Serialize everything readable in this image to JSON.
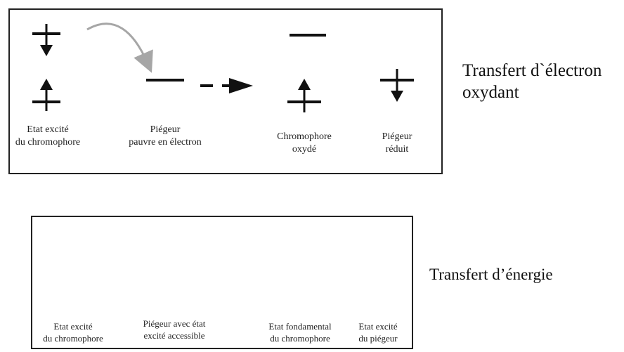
{
  "oxidative_transfer": {
    "title_line1": "Transfert d`électron",
    "title_line2": "oxydant",
    "labels": {
      "excited_chromophore": [
        "Etat excité",
        "du chromophore"
      ],
      "electron_poor_trap": [
        "Piégeur",
        "pauvre en électron"
      ],
      "oxidized_chromophore": [
        "Chromophore",
        "oxydé"
      ],
      "reduced_trap": [
        "Piégeur",
        "réduit"
      ]
    }
  },
  "energy_transfer": {
    "title": "Transfert d’énergie",
    "labels": {
      "excited_chromophore": [
        "Etat excité",
        "du chromophore"
      ],
      "trap_accessible_state": [
        "Piégeur avec état",
        "excité accessible"
      ],
      "ground_chromophore": [
        "Etat fondamental",
        "du chromophore"
      ],
      "excited_trap": [
        "Etat excité",
        "du piégeur"
      ]
    }
  },
  "colors": {
    "ink": "#111111",
    "curved_arrow": "#a6a6a6",
    "panel_border": "#222222"
  },
  "icons": [
    "spin-down-arrow-icon",
    "spin-up-arrow-icon",
    "curved-transfer-arrow-icon",
    "dashed-reaction-arrow-icon"
  ]
}
